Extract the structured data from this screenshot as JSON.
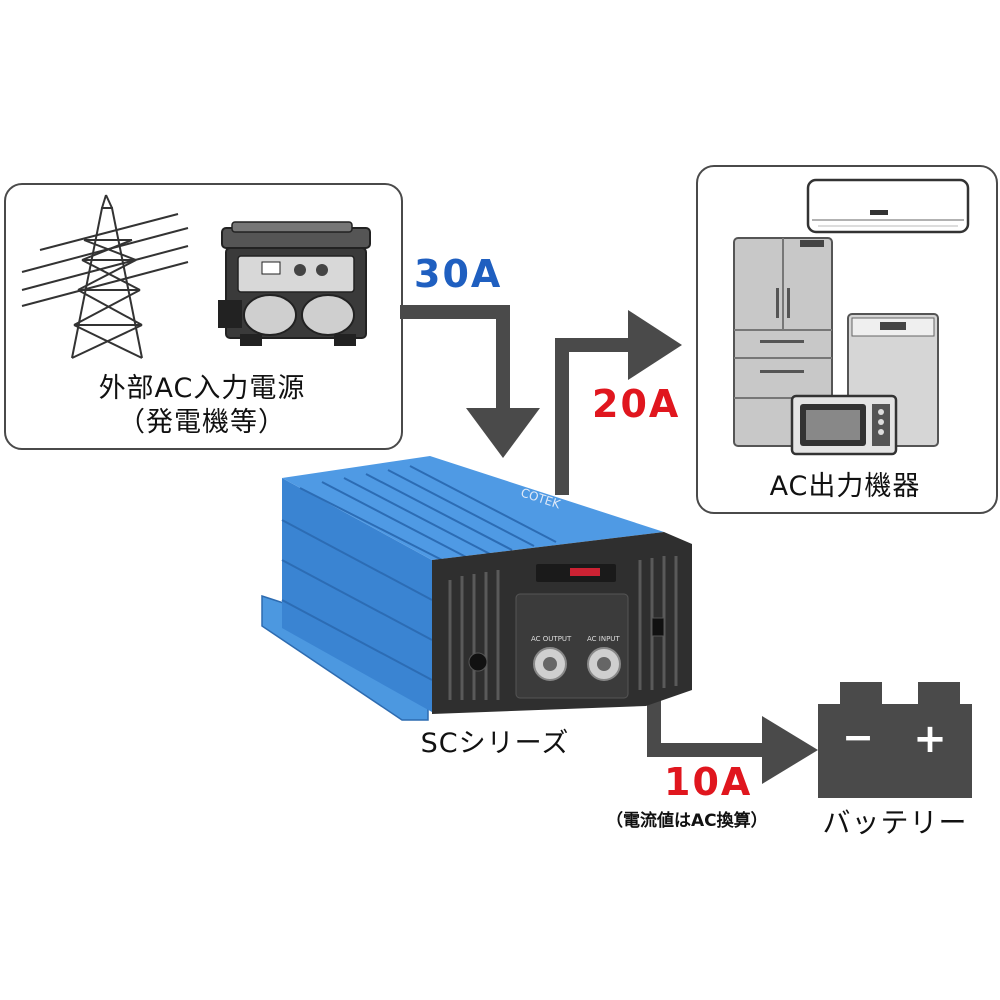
{
  "input_box": {
    "line1": "外部AC入力電源",
    "line2": "（発電機等）"
  },
  "output_box": {
    "label": "AC出力機器"
  },
  "device": {
    "label": "SCシリーズ",
    "brand": "COTEK",
    "port_output": "AC OUTPUT",
    "port_input": "AC INPUT"
  },
  "battery": {
    "label": "バッテリー",
    "minus": "−",
    "plus": "+"
  },
  "flows": {
    "input_amp": "30A",
    "output_amp": "20A",
    "battery_amp": "10A",
    "battery_note": "（電流値はAC換算）"
  },
  "colors": {
    "blue": "#1f5fc0",
    "red": "#e0161e",
    "arrow": "#4a4a4a",
    "device_blue": "#3f8fdc"
  }
}
